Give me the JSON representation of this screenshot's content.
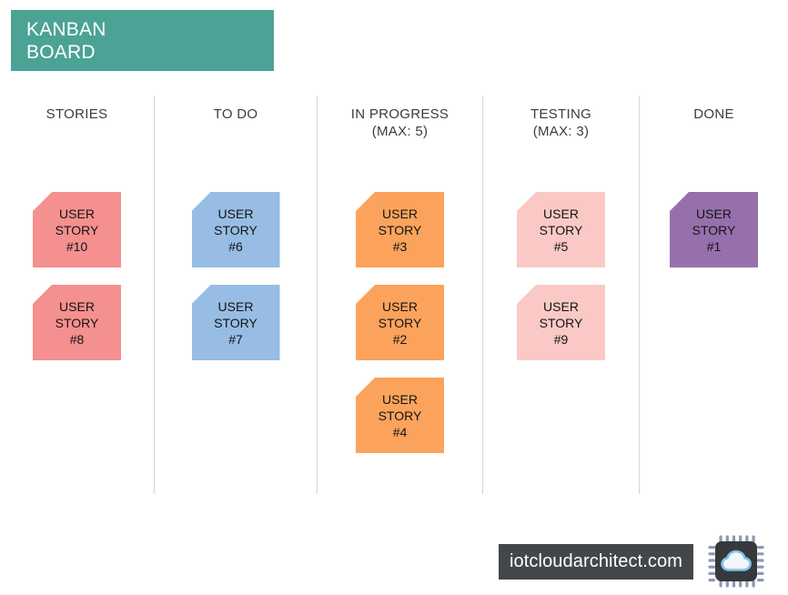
{
  "board": {
    "title_lines": [
      "KANBAN",
      "BOARD"
    ],
    "accent_color": "#4BA395",
    "background_color": "#FFFFFF",
    "divider_color": "#D6D6D8",
    "columns": [
      {
        "id": "stories",
        "header": "STORIES",
        "limit_label": "",
        "card_color": "#F4908F",
        "cards": [
          {
            "line1": "USER",
            "line2": "STORY",
            "id_label": "#10"
          },
          {
            "line1": "USER",
            "line2": "STORY",
            "id_label": "#8"
          }
        ]
      },
      {
        "id": "todo",
        "header": "TO DO",
        "limit_label": "",
        "card_color": "#97BDE4",
        "cards": [
          {
            "line1": "USER",
            "line2": "STORY",
            "id_label": "#6"
          },
          {
            "line1": "USER",
            "line2": "STORY",
            "id_label": "#7"
          }
        ]
      },
      {
        "id": "inprogress",
        "header": "IN PROGRESS",
        "limit_label": "(MAX: 5)",
        "card_color": "#FBA35C",
        "cards": [
          {
            "line1": "USER",
            "line2": "STORY",
            "id_label": "#3"
          },
          {
            "line1": "USER",
            "line2": "STORY",
            "id_label": "#2"
          },
          {
            "line1": "USER",
            "line2": "STORY",
            "id_label": "#4"
          }
        ]
      },
      {
        "id": "testing",
        "header": "TESTING",
        "limit_label": "(MAX: 3)",
        "card_color": "#FAC9C6",
        "cards": [
          {
            "line1": "USER",
            "line2": "STORY",
            "id_label": "#5"
          },
          {
            "line1": "USER",
            "line2": "STORY",
            "id_label": "#9"
          }
        ]
      },
      {
        "id": "done",
        "header": "DONE",
        "limit_label": "",
        "card_color": "#9670AD",
        "cards": [
          {
            "line1": "USER",
            "line2": "STORY",
            "id_label": "#1"
          }
        ]
      }
    ]
  },
  "footer": {
    "url_label": "iotcloudarchitect.com",
    "url_box_color": "#44474A",
    "logo_icon": "cloud-chip-icon",
    "logo_body_color": "#35393D",
    "logo_pin_color": "#8C9AAE",
    "logo_cloud_color": "#F2F6FA",
    "logo_cloud_outline_color": "#7FC1E8"
  }
}
